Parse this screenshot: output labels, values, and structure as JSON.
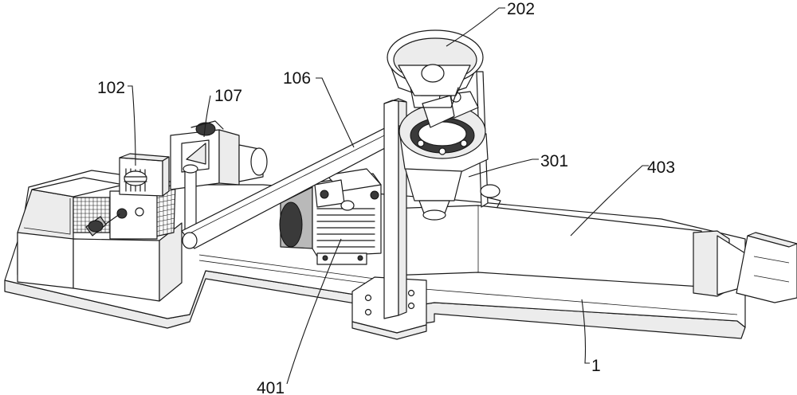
{
  "labels": {
    "l102": "102",
    "l107": "107",
    "l106": "106",
    "l202": "202",
    "l301": "301",
    "l403": "403",
    "l401": "401",
    "l1": "1"
  }
}
